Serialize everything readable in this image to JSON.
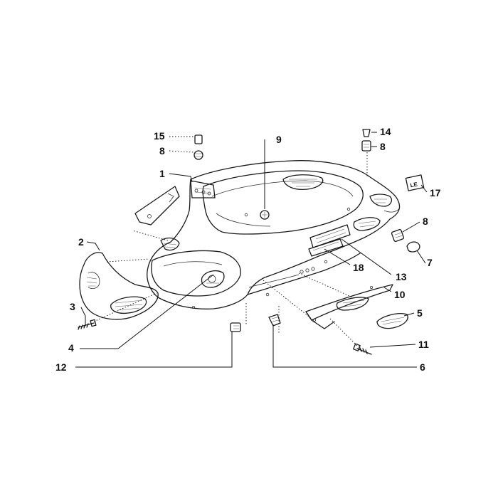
{
  "callouts": {
    "c1": "1",
    "c2": "2",
    "c3": "3",
    "c4": "4",
    "c5": "5",
    "c6": "6",
    "c7": "7",
    "c8a": "8",
    "c8b": "8",
    "c8c": "8",
    "c9": "9",
    "c10": "10",
    "c11": "11",
    "c12": "12",
    "c13": "13",
    "c14": "14",
    "c15": "15",
    "c17": "17",
    "c18": "18"
  },
  "tag_label": "LE"
}
